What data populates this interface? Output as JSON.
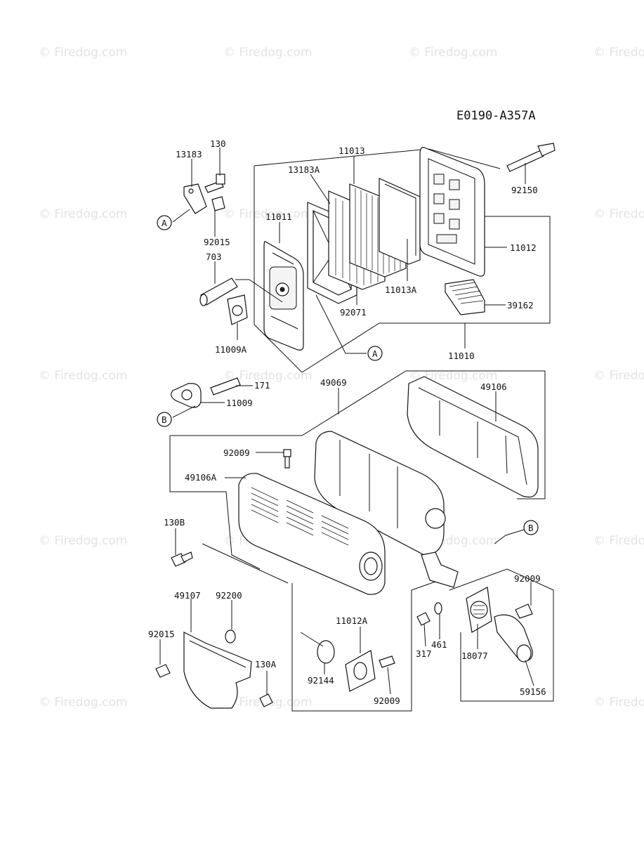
{
  "diagram_code": "E0190-A357A",
  "watermark_text": "© Firedog.com",
  "ref_markers": {
    "a": "A",
    "b": "B"
  },
  "labels": {
    "p130": "130",
    "p13183": "13183",
    "p11013": "11013",
    "p13183A": "13183A",
    "p92150": "92150",
    "p11011": "11011",
    "p92015_top": "92015",
    "p703": "703",
    "p11012": "11012",
    "p11013A": "11013A",
    "p92071": "92071",
    "p39162": "39162",
    "p11009A": "11009A",
    "p11010": "11010",
    "p171": "171",
    "p11009": "11009",
    "p49069": "49069",
    "p49106": "49106",
    "p92009_a": "92009",
    "p49106A": "49106A",
    "p130B": "130B",
    "p92009_b": "92009",
    "p49107": "49107",
    "p92200": "92200",
    "p92015_bot": "92015",
    "p11012A": "11012A",
    "p461": "461",
    "p317": "317",
    "p18077": "18077",
    "p130A": "130A",
    "p92144": "92144",
    "p92009_c": "92009",
    "p59156": "59156"
  }
}
